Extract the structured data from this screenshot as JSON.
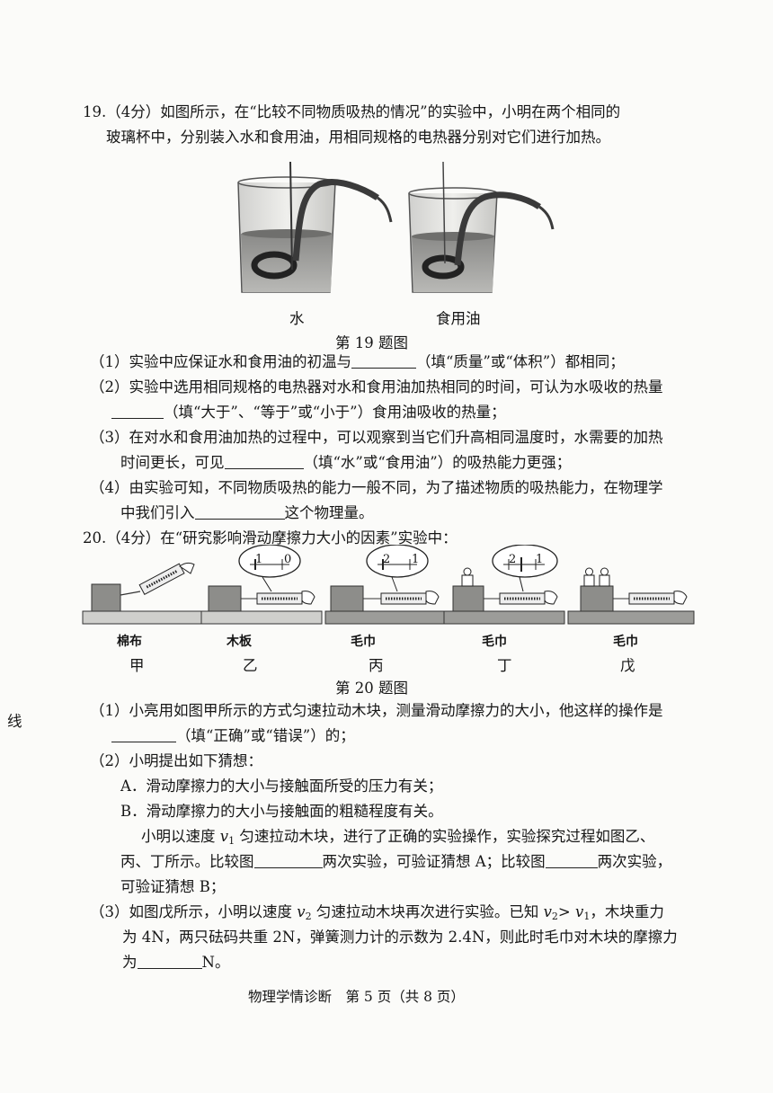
{
  "q19": {
    "intro_1": "19.（4分）如图所示，在“比较不同物质吸热的情况”的实验中，小明在两个相同的",
    "intro_2": "玻璃杯中，分别装入水和食用油，用相同规格的电热器分别对它们进行加热。",
    "label_water": "水",
    "label_oil": "食用油",
    "fig_caption": "第 19 题图",
    "p1_a": "（1）实验中应保证水和食用油的初温与",
    "p1_b": "（填“质量”或“体积”）都相同；",
    "p2_a": "（2）实验中选用相同规格的电热器对水和食用油加热相同的时间，可认为水吸收的热量",
    "p2_b": "（填“大于”、“等于”或“小于”）食用油吸收的热量；",
    "p3_a": "（3）在对水和食用油加热的过程中，可以观察到当它们升高相同温度时，水需要的加热",
    "p3_b1": "时间更长，可见",
    "p3_b2": "（填“水”或“食用油”）的吸热能力更强；",
    "p4_a": "（4）由实验可知，不同物质吸热的能力一般不同，为了描述物质的吸热能力，在物理学",
    "p4_b1": "中我们引入",
    "p4_b2": "这个物理量。"
  },
  "q20": {
    "intro": "20.（4分）在“研究影响滑动摩擦力大小的因素”实验中：",
    "surfaces": [
      "棉布",
      "木板",
      "毛巾",
      "毛巾",
      "毛巾"
    ],
    "fig_labels": [
      "甲",
      "乙",
      "丙",
      "丁",
      "戊"
    ],
    "gauge_ticks": [
      [
        "1",
        "0"
      ],
      [
        "2",
        "1"
      ],
      [
        "2",
        "1"
      ]
    ],
    "fig_caption": "第 20 题图",
    "p1_a": "（1）小亮用如图甲所示的方式匀速拉动木块，测量滑动摩擦力的大小，他这样的操作是",
    "p1_b": "（填“正确”或“错误”）的；",
    "p2_a": "（2）小明提出如下猜想：",
    "guess_a": "A．滑动摩擦力的大小与接触面所受的压力有关；",
    "guess_b": "B．滑动摩擦力的大小与接触面的粗糙程度有关。",
    "p2_c1": "小明以速度 ",
    "v1": "v",
    "v1_sub": "1",
    "p2_c2": " 匀速拉动木块，进行了正确的实验操作，实验探究过程如图乙、",
    "p2_d1": "丙、丁所示。比较图",
    "p2_d2": "两次实验，可验证猜想 A；比较图",
    "p2_d3": "两次实验，",
    "p2_e": "可验证猜想 B；",
    "p3_a1": "（3）如图戊所示，小明以速度 ",
    "v2": "v",
    "v2_sub": "2",
    "p3_a2": " 匀速拉动木块再次进行实验。已知 ",
    "v2b": "v",
    "v2b_sub": "2",
    "gt": "> ",
    "v1b": "v",
    "v1b_sub": "1",
    "p3_a3": "，木块重力",
    "p3_b": "为 4N，两只砝码共重 2N，弹簧测力计的示数为 2.4N，则此时毛巾对木块的摩擦力",
    "p3_c1": "为",
    "p3_c2": "N。"
  },
  "margin_char": "线",
  "footer": "物理学情诊断　第 5 页（共 8 页）"
}
